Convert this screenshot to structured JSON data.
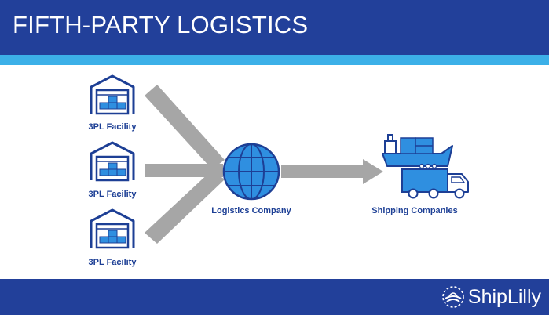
{
  "header": {
    "title": "FIFTH-PARTY LOGISTICS"
  },
  "nodes": {
    "facilities": [
      {
        "label": "3PL Facility"
      },
      {
        "label": "3PL Facility"
      },
      {
        "label": "3PL Facility"
      }
    ],
    "hub": {
      "label": "Logistics Company",
      "icon": "globe-icon"
    },
    "destination": {
      "label": "Shipping Companies",
      "icon": "ship-truck-icon"
    }
  },
  "footer": {
    "brand": "ShipLilly",
    "icon": "lily-logo-icon"
  },
  "colors": {
    "header": "#22409a",
    "stripe": "#3cb0e8",
    "navy": "#1d3f95",
    "blue": "#2f8fe0",
    "arrow": "#a6a6a6"
  }
}
